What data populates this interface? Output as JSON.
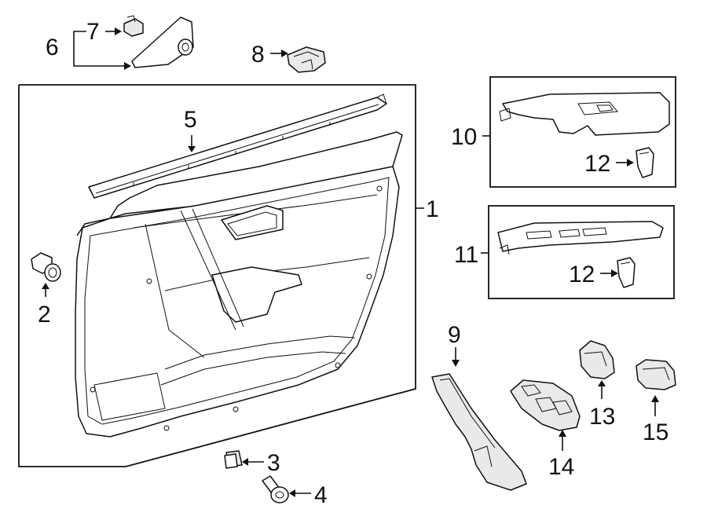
{
  "callouts": [
    {
      "id": "c1",
      "label": "1",
      "part": "door-trim-panel"
    },
    {
      "id": "c2",
      "label": "2",
      "part": "clip"
    },
    {
      "id": "c3",
      "label": "3",
      "part": "retainer"
    },
    {
      "id": "c4",
      "label": "4",
      "part": "screw"
    },
    {
      "id": "c5",
      "label": "5",
      "part": "weatherstrip"
    },
    {
      "id": "c6",
      "label": "6",
      "part": "mirror-cover-speaker"
    },
    {
      "id": "c7",
      "label": "7",
      "part": "clip-small"
    },
    {
      "id": "c8",
      "label": "8",
      "part": "bracket"
    },
    {
      "id": "c9",
      "label": "9",
      "part": "trim-garnish"
    },
    {
      "id": "c10",
      "label": "10",
      "part": "switch-bezel-upper"
    },
    {
      "id": "c11",
      "label": "11",
      "part": "switch-bezel-lower"
    },
    {
      "id": "c12a",
      "label": "12",
      "part": "bezel-clip-upper"
    },
    {
      "id": "c12b",
      "label": "12",
      "part": "bezel-clip-lower"
    },
    {
      "id": "c13",
      "label": "13",
      "part": "lock-switch"
    },
    {
      "id": "c14",
      "label": "14",
      "part": "window-switch"
    },
    {
      "id": "c15",
      "label": "15",
      "part": "mirror-switch"
    }
  ],
  "colors": {
    "line": "#111111",
    "fill": "#ffffff",
    "shade": "#e9e9e9"
  }
}
